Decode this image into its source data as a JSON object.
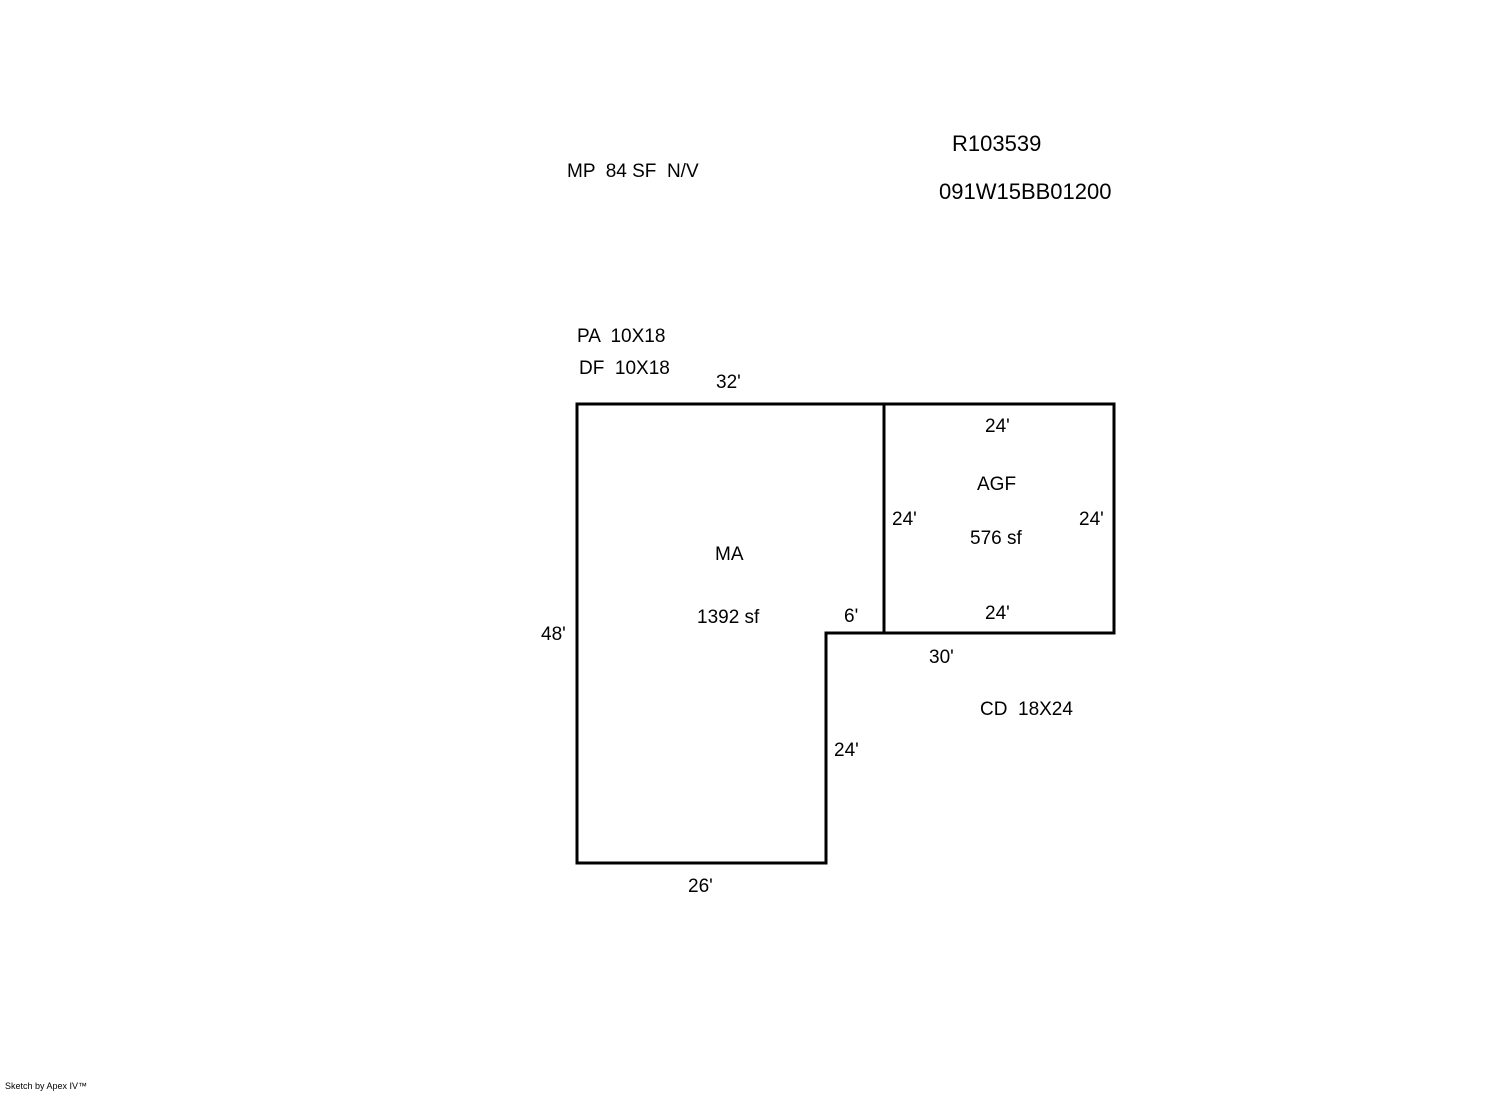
{
  "header": {
    "parcel_id": "R103539",
    "map_number": "091W15BB01200"
  },
  "notes": {
    "mp": "MP  84 SF  N/V",
    "pa": "PA  10X18",
    "df": "DF  10X18",
    "cd": "CD  18X24"
  },
  "areas": {
    "ma": {
      "code": "MA",
      "area": "1392 sf"
    },
    "agf": {
      "code": "AGF",
      "area": "576 sf"
    }
  },
  "dimensions": {
    "ma_top": "32'",
    "ma_left": "48'",
    "ma_bottom": "26'",
    "ma_notch_top": "6'",
    "ma_notch_right": "24'",
    "agf_top": "24'",
    "agf_left": "24'",
    "agf_right": "24'",
    "agf_bottom": "24'",
    "below_agf": "30'"
  },
  "footer": {
    "credit": "Sketch by Apex IV™"
  },
  "colors": {
    "line": "#000000",
    "background": "#ffffff"
  }
}
